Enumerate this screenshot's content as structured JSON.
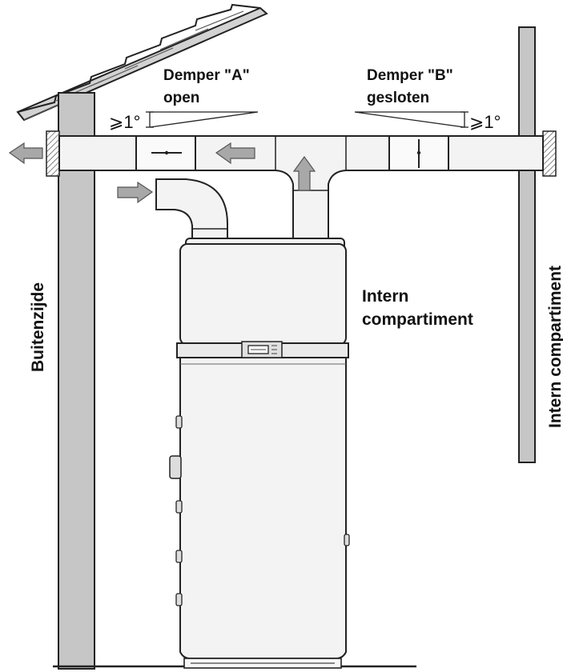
{
  "labels": {
    "damper_a_line1": "Demper \"A\"",
    "damper_a_line2": "open",
    "damper_b_line1": "Demper \"B\"",
    "damper_b_line2": "gesloten",
    "slope_a": "⩾1°",
    "slope_b": "⩾1°",
    "intern_line1": "Intern",
    "intern_line2": "compartiment",
    "outside_vertical": "Buitenzijde",
    "intern_vertical": "Intern compartiment"
  },
  "damper_states": {
    "damper_a": "open",
    "damper_b": "gesloten"
  },
  "icons": {
    "arrow_out": "arrow-left-icon",
    "arrow_duct": "arrow-left-icon",
    "arrow_in": "arrow-right-icon",
    "arrow_up": "arrow-up-icon"
  },
  "colors": {
    "line": "#222222",
    "fill_light": "#f2f2f2",
    "fill_wall": "#c8c8c8",
    "arrow": "#a8a8a8",
    "hatch": "#444444"
  }
}
